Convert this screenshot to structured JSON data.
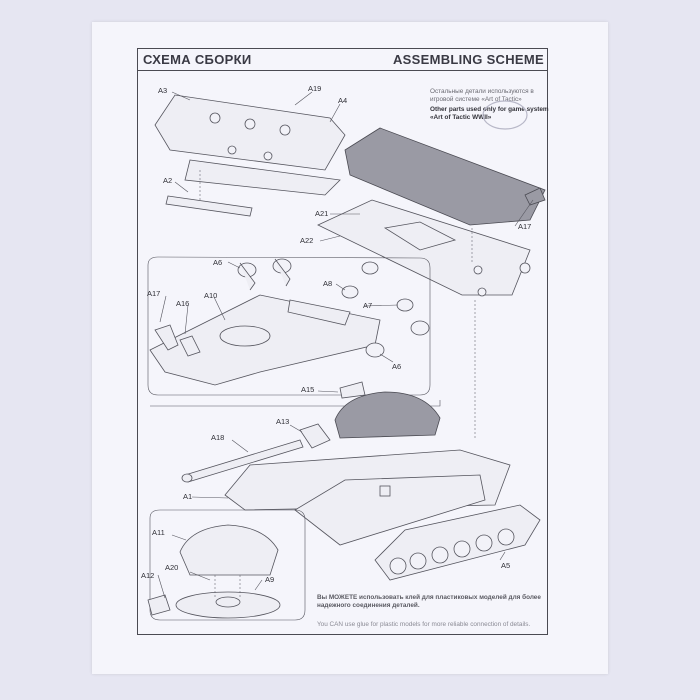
{
  "header": {
    "title_ru": "СХЕМА СБОРКИ",
    "title_en": "ASSEMBLING SCHEME"
  },
  "notes": {
    "ru": "Остальные детали используются в игровой системе «Art of Tactic»",
    "en": "Other parts used only for game system «Art of Tactic WWII»"
  },
  "labels": {
    "A1": "A1",
    "A2": "A2",
    "A3": "A3",
    "A4": "A4",
    "A5": "A5",
    "A6": "A6",
    "A7": "A7",
    "A8": "A8",
    "A9": "A9",
    "A10": "A10",
    "A11": "A11",
    "A12": "A12",
    "A13": "A13",
    "A15": "A15",
    "A16": "A16",
    "A17": "A17",
    "A18": "A18",
    "A19": "A19",
    "A20": "A20",
    "A21": "A21",
    "A22": "A22"
  },
  "footer": {
    "glue_ru": "Вы МОЖЕТЕ использовать клей для пластиковых моделей для более надежного соединения деталей.",
    "glue_en": "You CAN use glue for plastic models for more reliable connection of details."
  }
}
